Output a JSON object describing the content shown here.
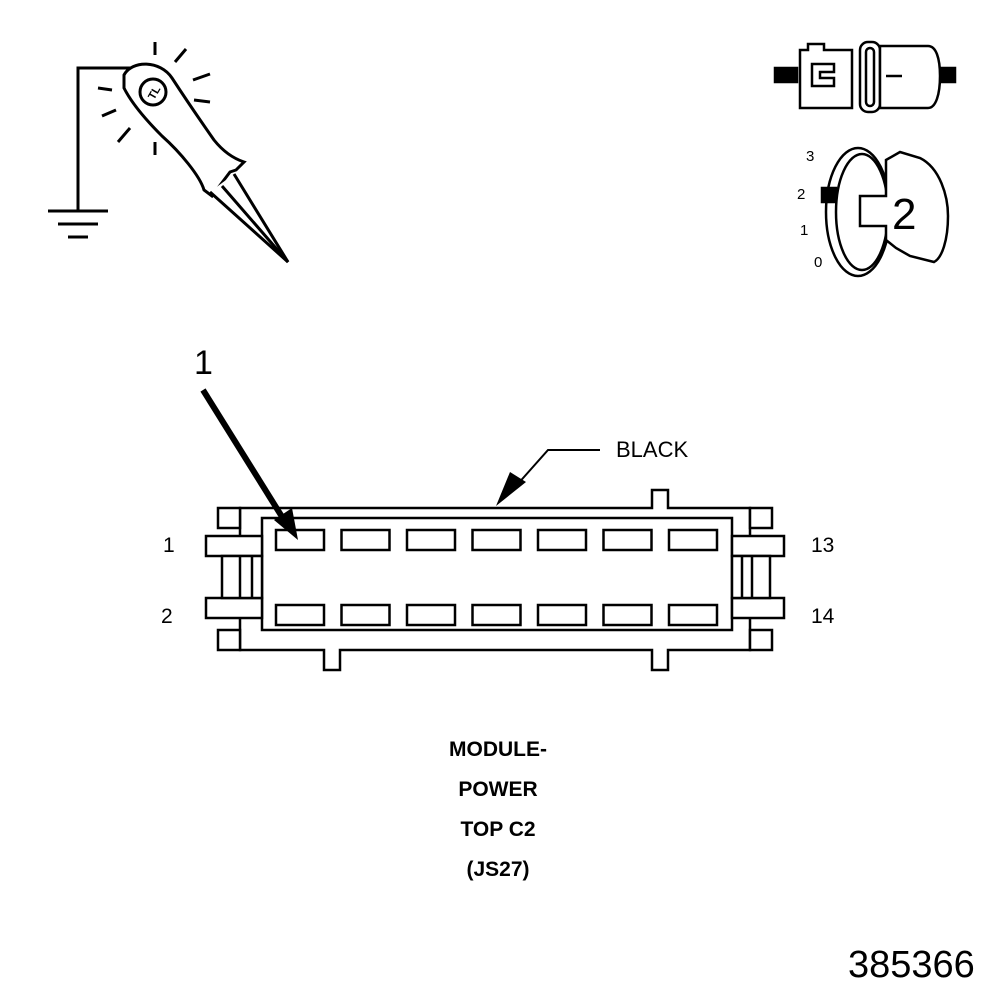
{
  "test_light": {
    "logo_text": "TL"
  },
  "ignition_key": {
    "positions": [
      "3",
      "2",
      "1",
      "0"
    ],
    "current_position": "2"
  },
  "connector": {
    "callout_number": "1",
    "color_label": "BLACK",
    "pin_labels": {
      "top_left": "1",
      "bottom_left": "2",
      "top_right": "13",
      "bottom_right": "14"
    },
    "cavities_per_row": 7,
    "rows": 2
  },
  "caption_lines": [
    "MODULE-",
    "POWER",
    "TOP C2",
    "(JS27)"
  ],
  "figure_id": "385366"
}
